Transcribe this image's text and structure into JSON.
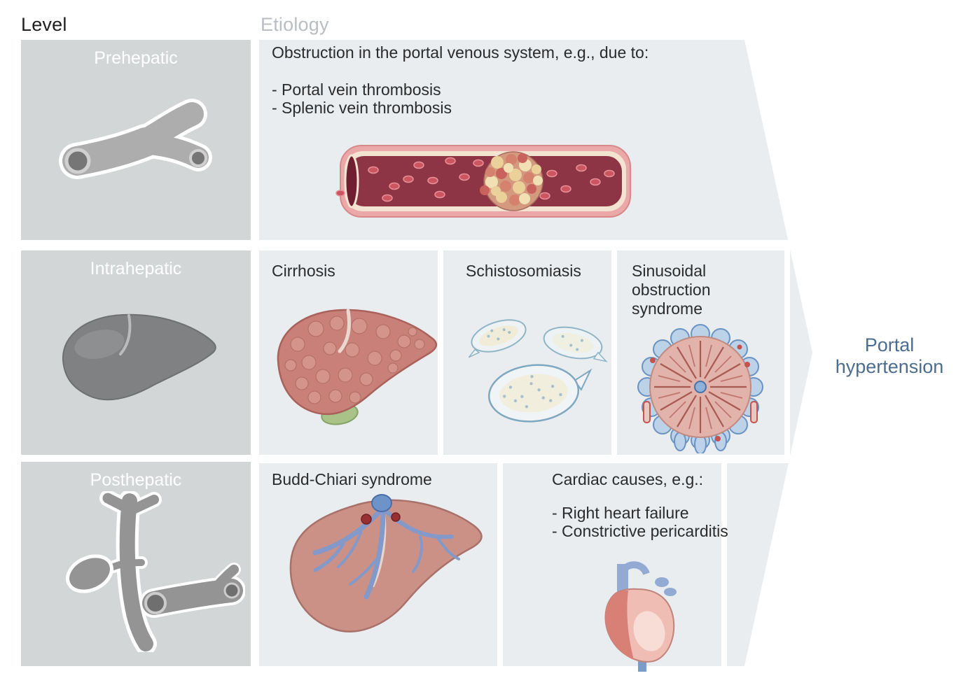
{
  "headers": {
    "level": "Level",
    "etiology": "Etiology"
  },
  "result": {
    "label": "Portal hypertension"
  },
  "colors": {
    "level_box_bg": "#d3d6d7",
    "arrow_bg": "#e9edf0",
    "level_label_text": "#ffffff",
    "etiology_header_text": "#b8bec2",
    "level_header_text": "#1f1f1f",
    "body_text": "#2b2b2b",
    "result_text": "#4d6d8e"
  },
  "rows": [
    {
      "level": "Prehepatic",
      "level_icon": "portal-vein-icon",
      "panels": [
        {
          "title": "Obstruction in the portal venous system, e.g., due to:",
          "bullets": [
            "- Portal vein thrombosis",
            "- Splenic vein thrombosis"
          ],
          "illustration": "thrombosed-vessel-illustration"
        }
      ]
    },
    {
      "level": "Intrahepatic",
      "level_icon": "liver-icon",
      "panels": [
        {
          "title": "Cirrhosis",
          "illustration": "cirrhotic-liver-illustration"
        },
        {
          "title": "Schistosomiasis",
          "illustration": "schistosoma-eggs-illustration"
        },
        {
          "title": "Sinusoidal obstruction syndrome",
          "illustration": "sinusoid-cross-section-illustration"
        }
      ]
    },
    {
      "level": "Posthepatic",
      "level_icon": "hepatic-veins-icon",
      "panels": [
        {
          "title": "Budd-Chiari syndrome",
          "illustration": "budd-chiari-liver-illustration"
        },
        {
          "title": "Cardiac causes, e.g.:",
          "bullets": [
            "- Right heart failure",
            "- Constrictive pericarditis"
          ],
          "illustration": "heart-illustration"
        }
      ]
    }
  ]
}
